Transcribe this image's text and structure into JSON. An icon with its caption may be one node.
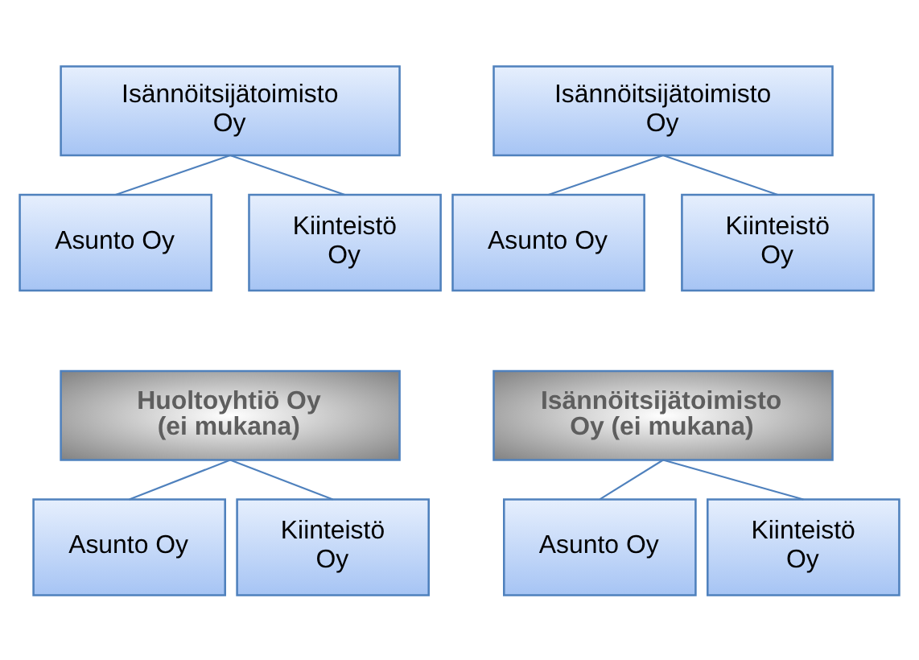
{
  "diagram": {
    "nodes": [
      {
        "text": [
          "Isännöitsijätoimisto Oy"
        ]
      },
      {
        "text": [
          "Isännöitsijätoimisto Oy"
        ]
      },
      {
        "text": [
          "Asunto Oy"
        ]
      },
      {
        "text": [
          "Kiinteistö Oy"
        ]
      },
      {
        "text": [
          "Asunto Oy"
        ]
      },
      {
        "text": [
          "Kiinteistö Oy"
        ]
      },
      {
        "text": [
          "Huoltoyhtiö Oy (ei mukana)"
        ]
      },
      {
        "text": [
          "Isännöitsijätoimisto Oy (ei mukana)"
        ]
      },
      {
        "text": [
          "Asunto Oy"
        ]
      },
      {
        "text": [
          "Kiinteistö Oy"
        ]
      },
      {
        "text": [
          "Asunto Oy"
        ]
      },
      {
        "text": [
          "Kiinteistö Oy"
        ]
      }
    ],
    "edges": [
      {
        "from": 0,
        "to": 2,
        "arrow": "none"
      },
      {
        "from": 0,
        "to": 3,
        "arrow": "none"
      },
      {
        "from": 1,
        "to": 4,
        "arrow": "none"
      },
      {
        "from": 1,
        "to": 5,
        "arrow": "none"
      },
      {
        "from": 6,
        "to": 8,
        "arrow": "none"
      },
      {
        "from": 6,
        "to": 9,
        "arrow": "none"
      },
      {
        "from": 7,
        "to": 10,
        "arrow": "none"
      },
      {
        "from": 7,
        "to": 11,
        "arrow": "none"
      }
    ]
  }
}
